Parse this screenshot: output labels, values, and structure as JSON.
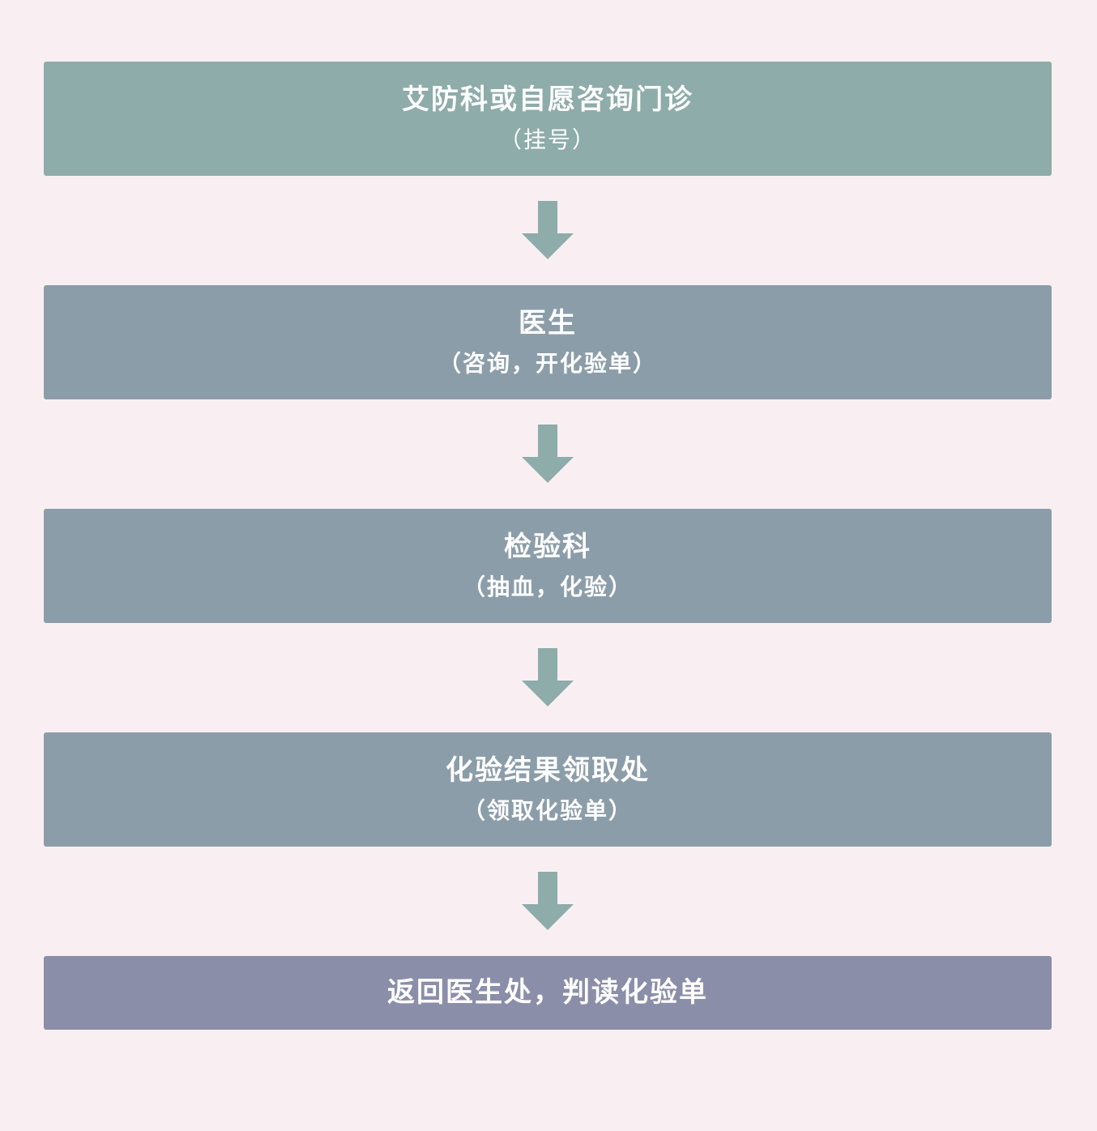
{
  "colors": {
    "background": "#f9eff2",
    "step_green": "#8eaca9",
    "step_slate": "#8c9daa",
    "step_purple": "#8b8ea9",
    "arrow": "#8eaca9"
  },
  "steps": [
    {
      "title": "艾防科或自愿咨询门诊",
      "subtitle": "（挂号）"
    },
    {
      "title": "医生",
      "subtitle": "（咨询，开化验单）"
    },
    {
      "title": "检验科",
      "subtitle": "（抽血，化验）"
    },
    {
      "title": "化验结果领取处",
      "subtitle": "（领取化验单）"
    },
    {
      "title": "返回医生处，判读化验单"
    }
  ],
  "arrows": [
    {
      "icon": "arrow-down-icon"
    },
    {
      "icon": "arrow-down-icon"
    },
    {
      "icon": "arrow-down-icon"
    },
    {
      "icon": "arrow-down-icon"
    }
  ]
}
